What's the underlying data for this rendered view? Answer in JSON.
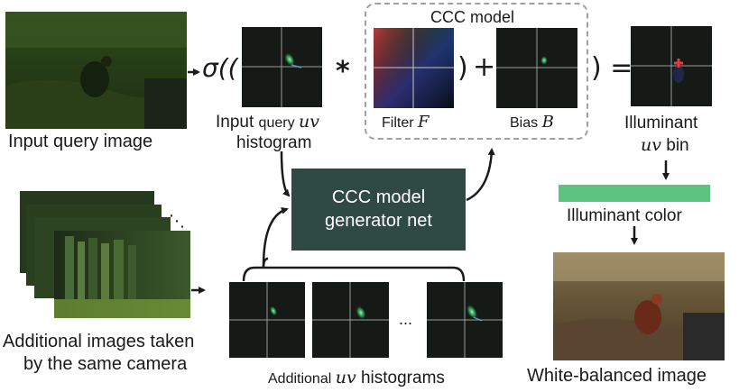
{
  "labels": {
    "input_query_image": "Input query image",
    "input_hist_line1_a": "Input ",
    "input_hist_line1_b": "query ",
    "input_hist_line1_sym": "uv",
    "input_hist_line2": "histogram",
    "ccc_model": "CCC model",
    "filter": "Filter ",
    "filter_sym": "F",
    "bias": "Bias ",
    "bias_sym": "B",
    "illuminant": "Illuminant",
    "uv_bin_sym": "uv",
    "uv_bin": " bin",
    "generator_line1": "CCC model",
    "generator_line2": "generator net",
    "illuminant_color": "Illuminant color",
    "additional_images_line1": "Additional images taken",
    "additional_images_line2": "by the same camera",
    "additional_hist_a": "Additional ",
    "additional_hist_sym": "uv",
    "additional_hist_b": " histograms",
    "white_balanced": "White-balanced image",
    "sigma": "σ((",
    "times": "*",
    "close_paren": ")",
    "plus": "+",
    "close_eq": ") =",
    "ellipsis": "...",
    "stack_ellipsis": "⋱"
  },
  "colors": {
    "generator_box": "#2f4a42",
    "illuminant_color": "#5cc47f",
    "hist_background": "#151a17",
    "hist_grid": "#9a9a9a"
  },
  "icons": {
    "hist_peak": "green-spot",
    "illuminant_peak": "red-cross"
  }
}
